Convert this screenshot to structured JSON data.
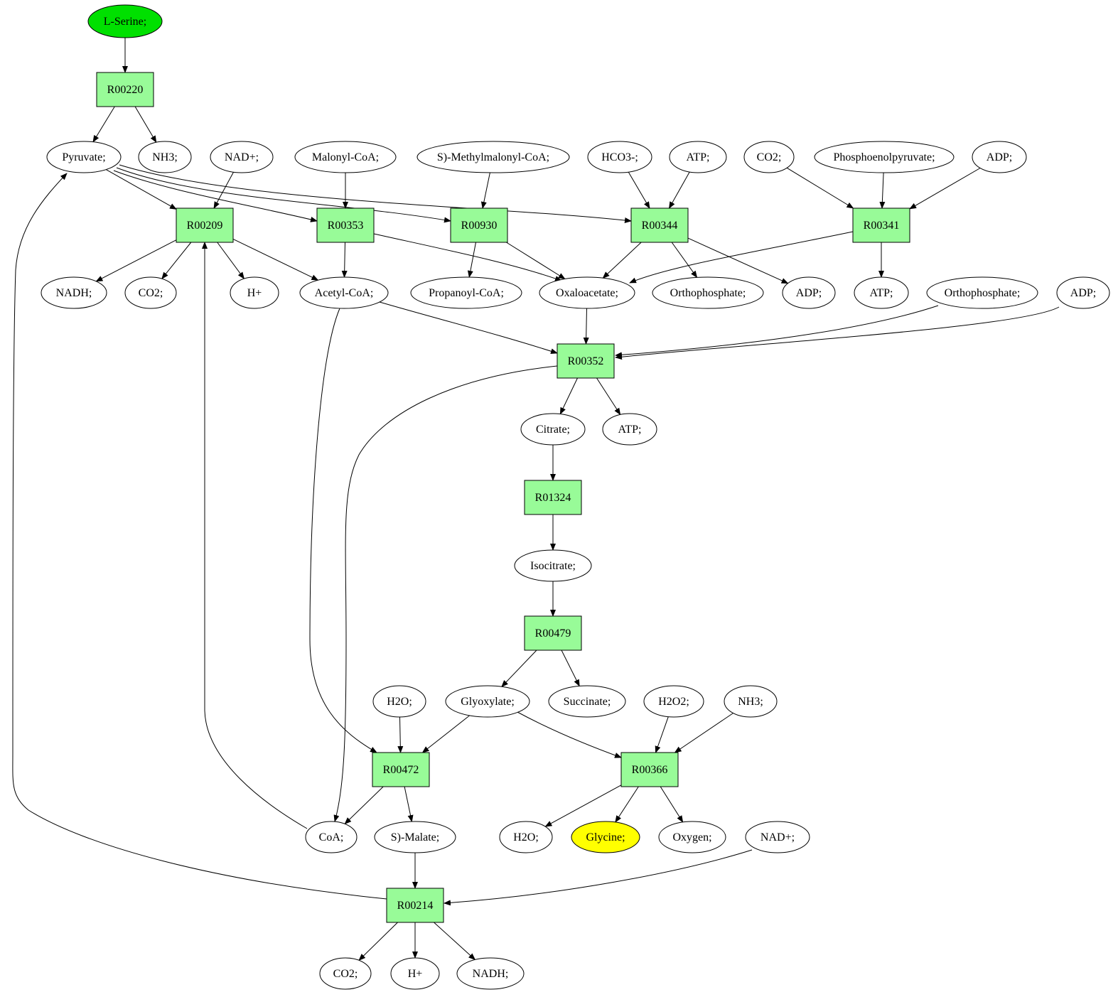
{
  "colors": {
    "reaction_fill": "#98fb98",
    "source_fill": "#00e000",
    "target_fill": "#ffff00",
    "default_fill": "#ffffff",
    "stroke": "#000000"
  },
  "nodes": [
    {
      "id": "l_serine",
      "kind": "metabolite",
      "label": "L-Serine;",
      "role": "source"
    },
    {
      "id": "r00220",
      "kind": "reaction",
      "label": "R00220"
    },
    {
      "id": "pyruvate",
      "kind": "metabolite",
      "label": "Pyruvate;"
    },
    {
      "id": "nh3_a",
      "kind": "metabolite",
      "label": "NH3;"
    },
    {
      "id": "nadplus_a",
      "kind": "metabolite",
      "label": "NAD+;"
    },
    {
      "id": "malonyl_coa",
      "kind": "metabolite",
      "label": "Malonyl-CoA;"
    },
    {
      "id": "s_methylmalonyl_coa",
      "kind": "metabolite",
      "label": "S)-Methylmalonyl-CoA;"
    },
    {
      "id": "hco3",
      "kind": "metabolite",
      "label": "HCO3-;"
    },
    {
      "id": "atp_a",
      "kind": "metabolite",
      "label": "ATP;"
    },
    {
      "id": "co2_a",
      "kind": "metabolite",
      "label": "CO2;"
    },
    {
      "id": "pep",
      "kind": "metabolite",
      "label": "Phosphoenolpyruvate;"
    },
    {
      "id": "adp_a",
      "kind": "metabolite",
      "label": "ADP;"
    },
    {
      "id": "r00209",
      "kind": "reaction",
      "label": "R00209"
    },
    {
      "id": "r00353",
      "kind": "reaction",
      "label": "R00353"
    },
    {
      "id": "r00930",
      "kind": "reaction",
      "label": "R00930"
    },
    {
      "id": "r00344",
      "kind": "reaction",
      "label": "R00344"
    },
    {
      "id": "r00341",
      "kind": "reaction",
      "label": "R00341"
    },
    {
      "id": "nadh_a",
      "kind": "metabolite",
      "label": "NADH;"
    },
    {
      "id": "co2_b",
      "kind": "metabolite",
      "label": "CO2;"
    },
    {
      "id": "hplus_a",
      "kind": "metabolite",
      "label": "H+"
    },
    {
      "id": "acetyl_coa",
      "kind": "metabolite",
      "label": "Acetyl-CoA;"
    },
    {
      "id": "propanoyl_coa",
      "kind": "metabolite",
      "label": "Propanoyl-CoA;"
    },
    {
      "id": "oxaloacetate",
      "kind": "metabolite",
      "label": "Oxaloacetate;"
    },
    {
      "id": "orthophosphate_a",
      "kind": "metabolite",
      "label": "Orthophosphate;"
    },
    {
      "id": "adp_b",
      "kind": "metabolite",
      "label": "ADP;"
    },
    {
      "id": "atp_b",
      "kind": "metabolite",
      "label": "ATP;"
    },
    {
      "id": "orthophosphate_b",
      "kind": "metabolite",
      "label": "Orthophosphate;"
    },
    {
      "id": "adp_c",
      "kind": "metabolite",
      "label": "ADP;"
    },
    {
      "id": "r00352",
      "kind": "reaction",
      "label": "R00352"
    },
    {
      "id": "citrate",
      "kind": "metabolite",
      "label": "Citrate;"
    },
    {
      "id": "atp_c",
      "kind": "metabolite",
      "label": "ATP;"
    },
    {
      "id": "r01324",
      "kind": "reaction",
      "label": "R01324"
    },
    {
      "id": "isocitrate",
      "kind": "metabolite",
      "label": "Isocitrate;"
    },
    {
      "id": "r00479",
      "kind": "reaction",
      "label": "R00479"
    },
    {
      "id": "h2o_a",
      "kind": "metabolite",
      "label": "H2O;"
    },
    {
      "id": "glyoxylate",
      "kind": "metabolite",
      "label": "Glyoxylate;"
    },
    {
      "id": "succinate",
      "kind": "metabolite",
      "label": "Succinate;"
    },
    {
      "id": "h2o2",
      "kind": "metabolite",
      "label": "H2O2;"
    },
    {
      "id": "nh3_b",
      "kind": "metabolite",
      "label": "NH3;"
    },
    {
      "id": "r00472",
      "kind": "reaction",
      "label": "R00472"
    },
    {
      "id": "r00366",
      "kind": "reaction",
      "label": "R00366"
    },
    {
      "id": "coa",
      "kind": "metabolite",
      "label": "CoA;"
    },
    {
      "id": "s_malate",
      "kind": "metabolite",
      "label": "S)-Malate;"
    },
    {
      "id": "h2o_b",
      "kind": "metabolite",
      "label": "H2O;"
    },
    {
      "id": "glycine",
      "kind": "metabolite",
      "label": "Glycine;",
      "role": "target"
    },
    {
      "id": "oxygen",
      "kind": "metabolite",
      "label": "Oxygen;"
    },
    {
      "id": "nadplus_b",
      "kind": "metabolite",
      "label": "NAD+;"
    },
    {
      "id": "r00214",
      "kind": "reaction",
      "label": "R00214"
    },
    {
      "id": "co2_c",
      "kind": "metabolite",
      "label": "CO2;"
    },
    {
      "id": "hplus_b",
      "kind": "metabolite",
      "label": "H+"
    },
    {
      "id": "nadh_b",
      "kind": "metabolite",
      "label": "NADH;"
    }
  ],
  "edges": [
    {
      "from": "l_serine",
      "to": "r00220"
    },
    {
      "from": "r00220",
      "to": "pyruvate"
    },
    {
      "from": "r00220",
      "to": "nh3_a"
    },
    {
      "from": "pyruvate",
      "to": "r00209"
    },
    {
      "from": "pyruvate",
      "to": "r00353"
    },
    {
      "from": "pyruvate",
      "to": "r00930"
    },
    {
      "from": "pyruvate",
      "to": "r00344"
    },
    {
      "from": "nadplus_a",
      "to": "r00209"
    },
    {
      "from": "malonyl_coa",
      "to": "r00353"
    },
    {
      "from": "s_methylmalonyl_coa",
      "to": "r00930"
    },
    {
      "from": "hco3",
      "to": "r00344"
    },
    {
      "from": "atp_a",
      "to": "r00344"
    },
    {
      "from": "co2_a",
      "to": "r00341"
    },
    {
      "from": "pep",
      "to": "r00341"
    },
    {
      "from": "adp_a",
      "to": "r00341"
    },
    {
      "from": "r00209",
      "to": "nadh_a"
    },
    {
      "from": "r00209",
      "to": "co2_b"
    },
    {
      "from": "r00209",
      "to": "hplus_a"
    },
    {
      "from": "r00209",
      "to": "acetyl_coa"
    },
    {
      "from": "r00353",
      "to": "acetyl_coa"
    },
    {
      "from": "r00353",
      "to": "oxaloacetate"
    },
    {
      "from": "r00930",
      "to": "propanoyl_coa"
    },
    {
      "from": "r00930",
      "to": "oxaloacetate"
    },
    {
      "from": "r00344",
      "to": "oxaloacetate"
    },
    {
      "from": "r00344",
      "to": "orthophosphate_a"
    },
    {
      "from": "r00344",
      "to": "adp_b"
    },
    {
      "from": "r00341",
      "to": "oxaloacetate"
    },
    {
      "from": "r00341",
      "to": "atp_b"
    },
    {
      "from": "acetyl_coa",
      "to": "r00352"
    },
    {
      "from": "oxaloacetate",
      "to": "r00352"
    },
    {
      "from": "orthophosphate_b",
      "to": "r00352"
    },
    {
      "from": "adp_c",
      "to": "r00352"
    },
    {
      "from": "r00352",
      "to": "citrate"
    },
    {
      "from": "r00352",
      "to": "atp_c"
    },
    {
      "from": "r00352",
      "to": "coa"
    },
    {
      "from": "citrate",
      "to": "r01324"
    },
    {
      "from": "r01324",
      "to": "isocitrate"
    },
    {
      "from": "isocitrate",
      "to": "r00479"
    },
    {
      "from": "r00479",
      "to": "glyoxylate"
    },
    {
      "from": "r00479",
      "to": "succinate"
    },
    {
      "from": "acetyl_coa",
      "to": "r00472"
    },
    {
      "from": "h2o_a",
      "to": "r00472"
    },
    {
      "from": "glyoxylate",
      "to": "r00472"
    },
    {
      "from": "glyoxylate",
      "to": "r00366"
    },
    {
      "from": "h2o2",
      "to": "r00366"
    },
    {
      "from": "nh3_b",
      "to": "r00366"
    },
    {
      "from": "r00472",
      "to": "coa"
    },
    {
      "from": "r00472",
      "to": "s_malate"
    },
    {
      "from": "r00366",
      "to": "h2o_b"
    },
    {
      "from": "r00366",
      "to": "glycine"
    },
    {
      "from": "r00366",
      "to": "oxygen"
    },
    {
      "from": "coa",
      "to": "r00209"
    },
    {
      "from": "s_malate",
      "to": "r00214"
    },
    {
      "from": "nadplus_b",
      "to": "r00214"
    },
    {
      "from": "r00214",
      "to": "pyruvate"
    },
    {
      "from": "r00214",
      "to": "co2_c"
    },
    {
      "from": "r00214",
      "to": "hplus_b"
    },
    {
      "from": "r00214",
      "to": "nadh_b"
    }
  ]
}
